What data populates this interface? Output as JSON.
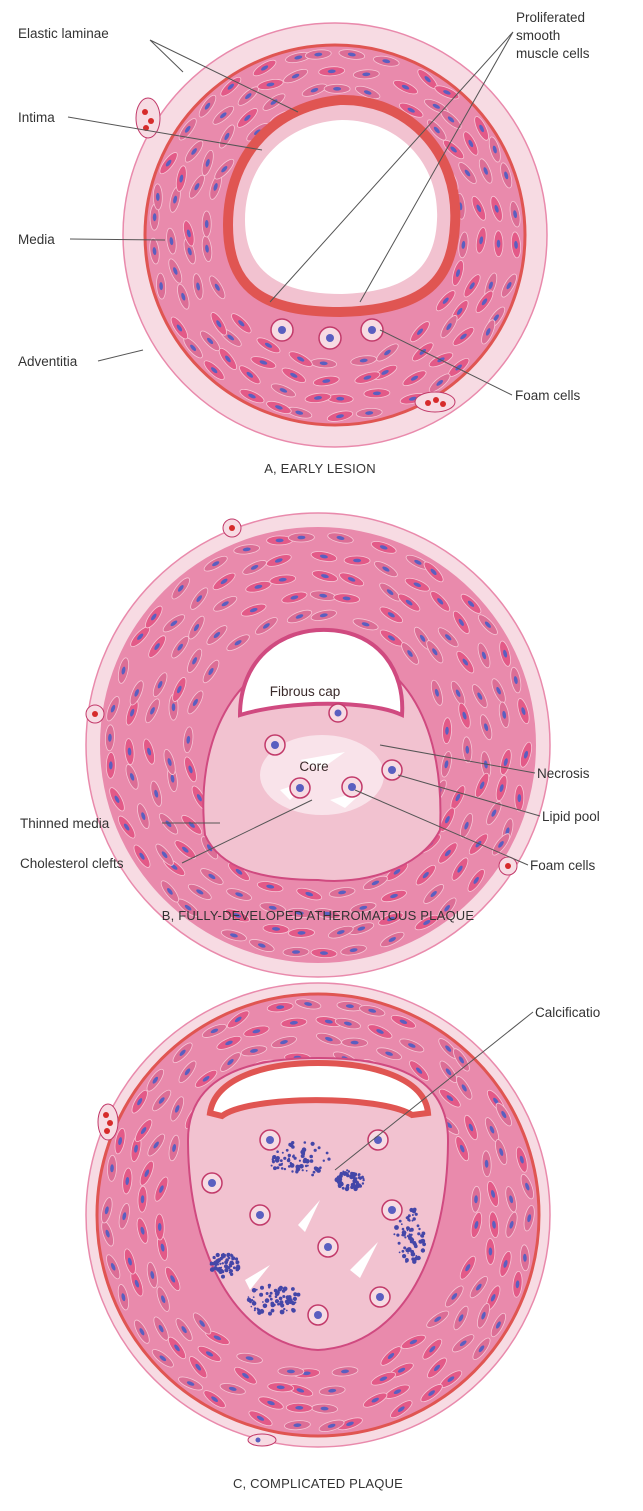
{
  "panels": [
    {
      "caption": "A, EARLY LESION",
      "labels": {
        "elastic_laminae": "Elastic laminae",
        "intima": "Intima",
        "media": "Media",
        "adventitia": "Adventitia",
        "proliferated_smc_1": "Proliferated",
        "proliferated_smc_2": "smooth",
        "proliferated_smc_3": "muscle cells",
        "foam_cells": "Foam cells"
      }
    },
    {
      "caption": "B, FULLY-DEVELOPED ATHEROMATOUS PLAQUE",
      "labels": {
        "fibrous_cap": "Fibrous cap",
        "core": "Core",
        "necrosis": "Necrosis",
        "lipid_pool": "Lipid pool",
        "thinned_media": "Thinned media",
        "cholesterol_clefts": "Cholesterol clefts",
        "foam_cells": "Foam cells"
      }
    },
    {
      "caption": "C, COMPLICATED PLAQUE",
      "labels": {
        "calcification": "Calcificatio"
      }
    }
  ],
  "colors": {
    "adventitia": "#f7dbe3",
    "media": "#e98aac",
    "media_dark": "#dc6e96",
    "cell": "#e35a88",
    "nucleus": "#5a5fc0",
    "lamina": "#e05552",
    "lumen": "#ffffff",
    "plaque": "#f2c2d0",
    "calcium": "#4446a8"
  }
}
